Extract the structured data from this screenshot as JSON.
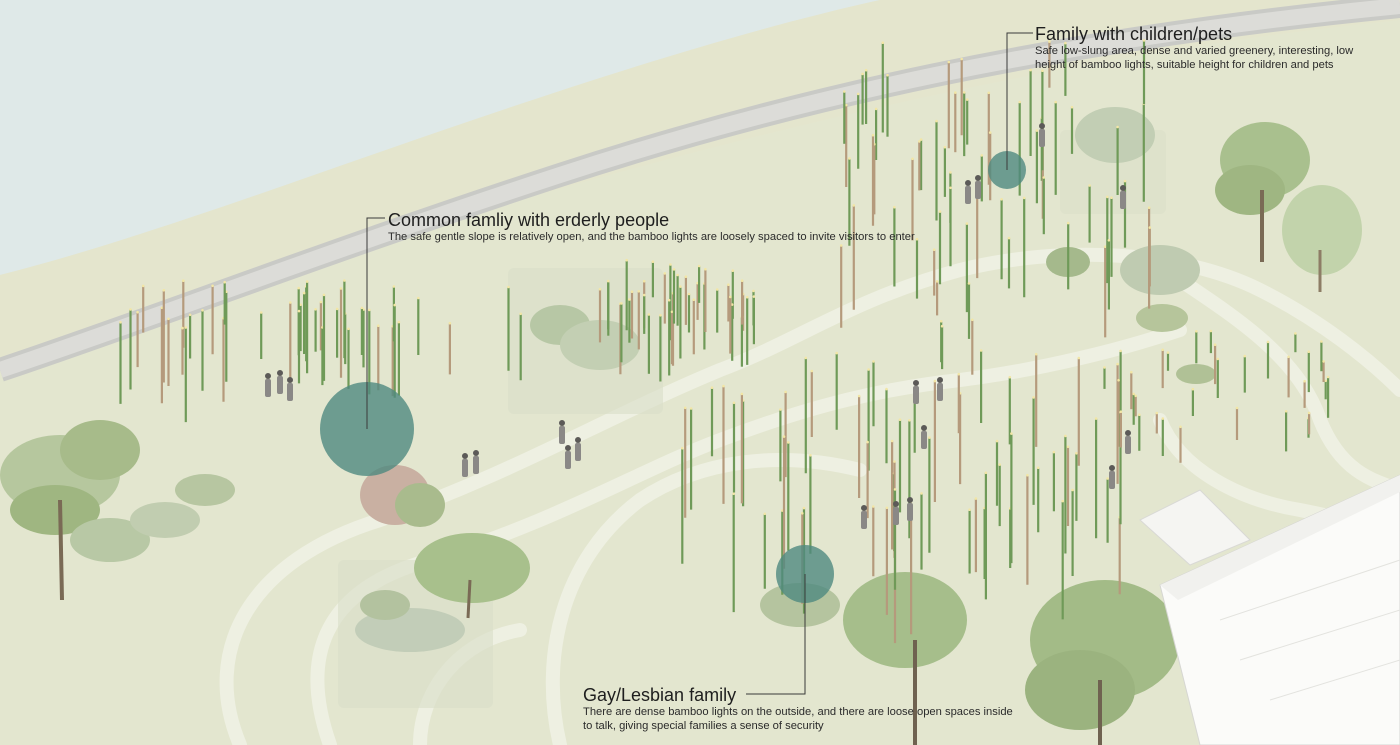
{
  "annotations": {
    "family_pets": {
      "title": "Family with children/pets",
      "description": "Safe low-slung area, dense and varied greenery, interesting, low height of bamboo lights, suitable height for children and pets"
    },
    "common_elderly": {
      "title": "Common famliy with erderly people",
      "description": "The safe gentle slope is relatively open, and the bamboo lights are loosely spaced to invite visitors to enter"
    },
    "gay_lesbian": {
      "title": "Gay/Lesbian family",
      "description": "There are dense bamboo lights on the outside, and there are loose open spaces inside to talk, giving special families a sense of security"
    }
  },
  "colors": {
    "water": "#dfe9e8",
    "ground": "#e3e6cf",
    "road": "#d3d4cf",
    "path": "#eef0e2",
    "marker": "#4f8a80",
    "bamboo_green": "#6f9a58",
    "bamboo_tan": "#b59a7c",
    "tree": "#a9c08e",
    "building": "#fbfbf9"
  },
  "icons": [
    "location-marker-icon",
    "bamboo-light-icon",
    "tree-icon",
    "person-icon",
    "shrub-icon"
  ]
}
